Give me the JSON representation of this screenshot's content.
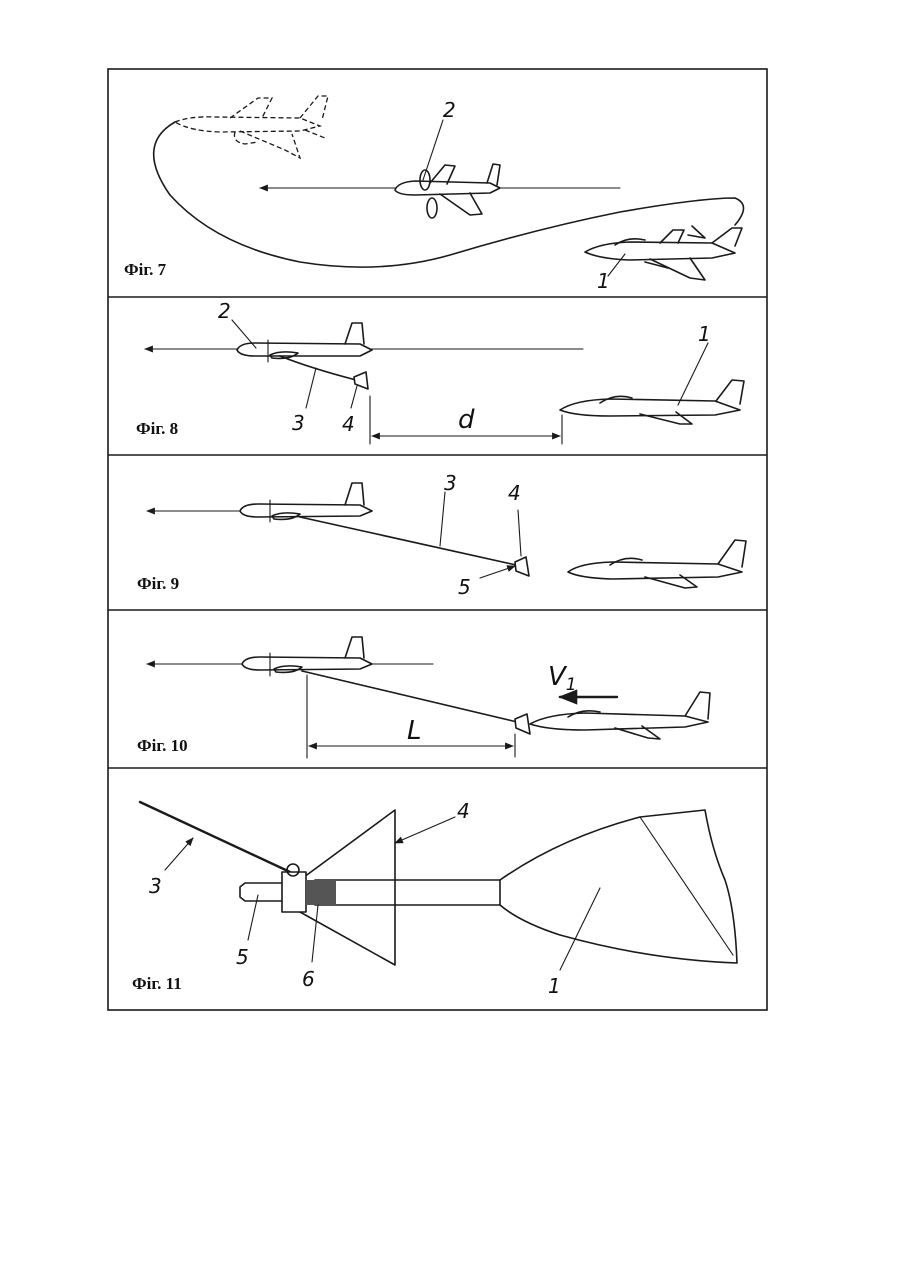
{
  "figures": [
    {
      "caption": "Фіг. 7",
      "labels": [
        "2",
        "1"
      ]
    },
    {
      "caption": "Фіг. 8",
      "labels": [
        "2",
        "1",
        "3",
        "4",
        "d"
      ]
    },
    {
      "caption": "Фіг. 9",
      "labels": [
        "3",
        "4",
        "5"
      ]
    },
    {
      "caption": "Фіг. 10",
      "labels": [
        "V",
        "1",
        "L"
      ]
    },
    {
      "caption": "Фіг. 11",
      "labels": [
        "4",
        "3",
        "5",
        "6",
        "1"
      ]
    }
  ]
}
